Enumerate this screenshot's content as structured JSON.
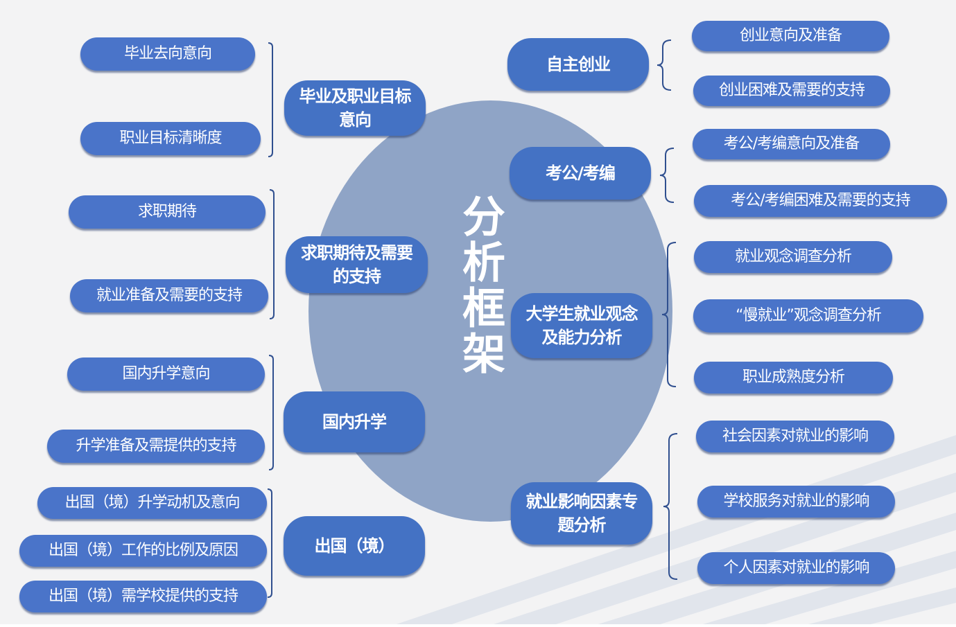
{
  "center": {
    "title": "分析框架"
  },
  "left_groups": [
    {
      "topic": "毕业及职业目标意向",
      "items": [
        "毕业去向意向",
        "职业目标清晰度"
      ]
    },
    {
      "topic": "求职期待及需要的支持",
      "items": [
        "求职期待",
        "就业准备及需要的支持"
      ]
    },
    {
      "topic": "国内升学",
      "items": [
        "国内升学意向",
        "升学准备及需提供的支持"
      ]
    },
    {
      "topic": "出国（境）",
      "items": [
        "出国（境）升学动机及意向",
        "出国（境）工作的比例及原因",
        "出国（境）需学校提供的支持"
      ]
    }
  ],
  "right_groups": [
    {
      "topic": "自主创业",
      "items": [
        "创业意向及准备",
        "创业困难及需要的支持"
      ]
    },
    {
      "topic": "考公/考编",
      "items": [
        "考公/考编意向及准备",
        "考公/考编困难及需要的支持"
      ]
    },
    {
      "topic": "大学生就业观念及能力分析",
      "items": [
        "就业观念调查分析",
        "“慢就业”观念调查分析",
        "职业成熟度分析"
      ]
    },
    {
      "topic": "就业影响因素专题分析",
      "items": [
        "社会因素对就业的影响",
        "学校服务对就业的影响",
        "个人因素对就业的影响"
      ]
    }
  ],
  "colors": {
    "background": "#f3f3f4",
    "node_fill": "#4472c4",
    "center_circle": "#8fa4c6",
    "connector": "#2f4f8f",
    "stripes": "#dfe3ea"
  }
}
